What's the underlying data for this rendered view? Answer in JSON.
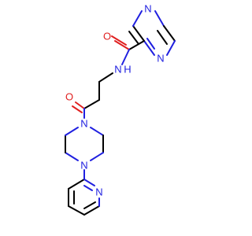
{
  "molecule": {
    "atoms": {
      "n_pz1": "N",
      "n_pz2": "N",
      "o_amide": "O",
      "n_amide": "N",
      "h_amide": "H",
      "o_ketone": "O",
      "n_pip1": "N",
      "n_pip2": "N",
      "n_py": "N"
    }
  },
  "colors": {
    "nitrogen": "#2020e0",
    "oxygen": "#e02020",
    "carbon": "#000000",
    "background": "#ffffff"
  }
}
